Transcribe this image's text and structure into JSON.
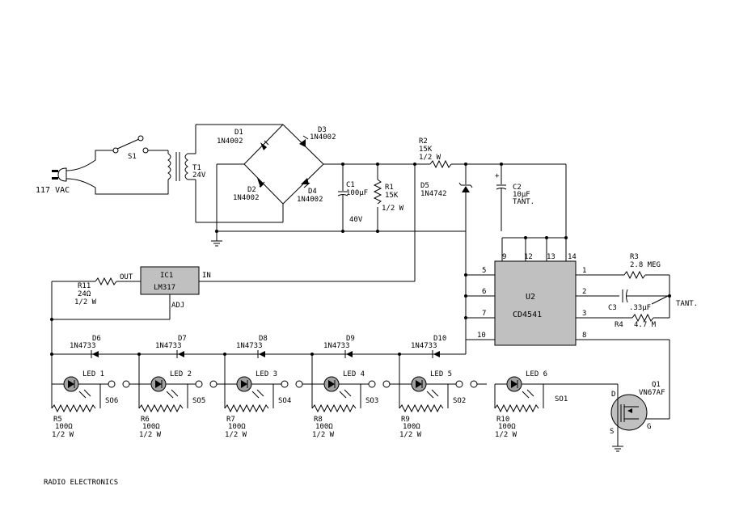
{
  "labels": {
    "plug": "117 VAC",
    "s1": "S1",
    "t1": "T1",
    "t1_v": "24V",
    "d1": "D1",
    "d1_p": "1N4002",
    "d2": "D2",
    "d2_p": "1N4002",
    "d3": "D3",
    "d3_p": "1N4002",
    "d4": "D4",
    "d4_p": "1N4002",
    "c1": "C1",
    "c1_v": "100µF",
    "c1_volt": "40V",
    "r1": "R1",
    "r1_v": "15K",
    "r1_w": "1/2 W",
    "r2": "R2",
    "r2_v": "15K",
    "r2_w": "1/2 W",
    "d5": "D5",
    "d5_p": "1N4742",
    "c2": "C2",
    "c2_v": "10µF",
    "c2_t": "TANT.",
    "c2_plus": "+",
    "ic1": "IC1",
    "ic1_p": "LM317",
    "ic1_in": "IN",
    "ic1_out": "OUT",
    "ic1_adj": "ADJ",
    "r11": "R11",
    "r11_v": "24Ω",
    "r11_w": "1/2 W",
    "u2": "U2",
    "u2_p": "CD4541",
    "pin1": "1",
    "pin2": "2",
    "pin3": "3",
    "pin5": "5",
    "pin6": "6",
    "pin7": "7",
    "pin8": "8",
    "pin9": "9",
    "pin10": "10",
    "pin12": "12",
    "pin13": "13",
    "pin14": "14",
    "r3": "R3",
    "r3_v": "2.8 MEG",
    "c3": "C3",
    "c3_v": ".33µF",
    "c3_t": "TANT.",
    "r4": "R4",
    "r4_v": "4.7 M",
    "q1": "Q1",
    "q1_p": "VN67AF",
    "q1_d": "D",
    "q1_s": "S",
    "q1_g": "G",
    "d6": "D6",
    "d6_p": "1N4733",
    "d7": "D7",
    "d7_p": "1N4733",
    "d8": "D8",
    "d8_p": "1N4733",
    "d9": "D9",
    "d9_p": "1N4733",
    "d10": "D10",
    "d10_p": "1N4733",
    "led1": "LED 1",
    "led2": "LED 2",
    "led3": "LED 3",
    "led4": "LED 4",
    "led5": "LED 5",
    "led6": "LED 6",
    "so1": "SO1",
    "so2": "SO2",
    "so3": "SO3",
    "so4": "SO4",
    "so5": "SO5",
    "so6": "SO6",
    "r5": "R5",
    "r6": "R6",
    "r7": "R7",
    "r8": "R8",
    "r9": "R9",
    "r10": "R10",
    "r_led_v": "100Ω",
    "r_led_w": "1/2 W",
    "footer": "RADIO ELECTRONICS"
  }
}
